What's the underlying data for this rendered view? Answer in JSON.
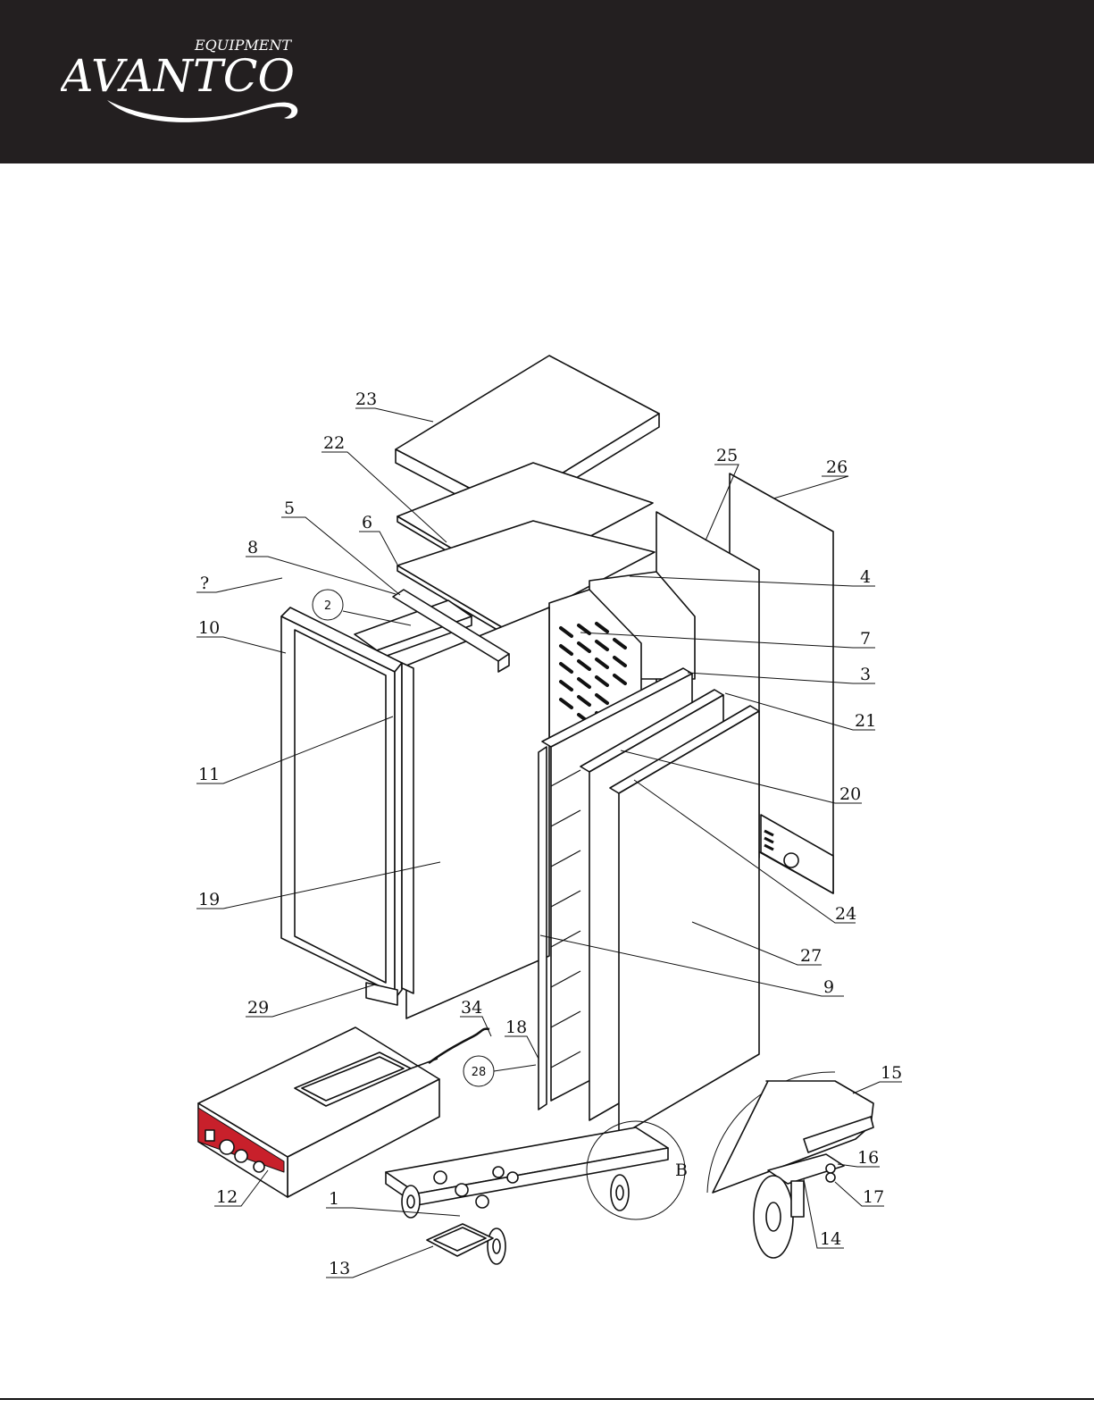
{
  "header": {
    "brand_small": "EQUIPMENT",
    "brand_name": "AVANTCO",
    "background": "#231f20",
    "text_color": "#ffffff"
  },
  "diagram": {
    "accent_red": "#c8202b",
    "callouts": [
      {
        "label": "23"
      },
      {
        "label": "22"
      },
      {
        "label": "25"
      },
      {
        "label": "26"
      },
      {
        "label": "5"
      },
      {
        "label": "6"
      },
      {
        "label": "8"
      },
      {
        "label": "?"
      },
      {
        "label": "4"
      },
      {
        "label": "10"
      },
      {
        "label": "7"
      },
      {
        "label": "3"
      },
      {
        "label": "21"
      },
      {
        "label": "11"
      },
      {
        "label": "20"
      },
      {
        "label": "19"
      },
      {
        "label": "24"
      },
      {
        "label": "27"
      },
      {
        "label": "9"
      },
      {
        "label": "29"
      },
      {
        "label": "34"
      },
      {
        "label": "18"
      },
      {
        "label": "15"
      },
      {
        "label": "16"
      },
      {
        "label": "12"
      },
      {
        "label": "17"
      },
      {
        "label": "1"
      },
      {
        "label": "14"
      },
      {
        "label": "13"
      }
    ],
    "circled_labels": [
      {
        "label": "2"
      },
      {
        "label": "28"
      }
    ],
    "detail_marker": "B"
  }
}
